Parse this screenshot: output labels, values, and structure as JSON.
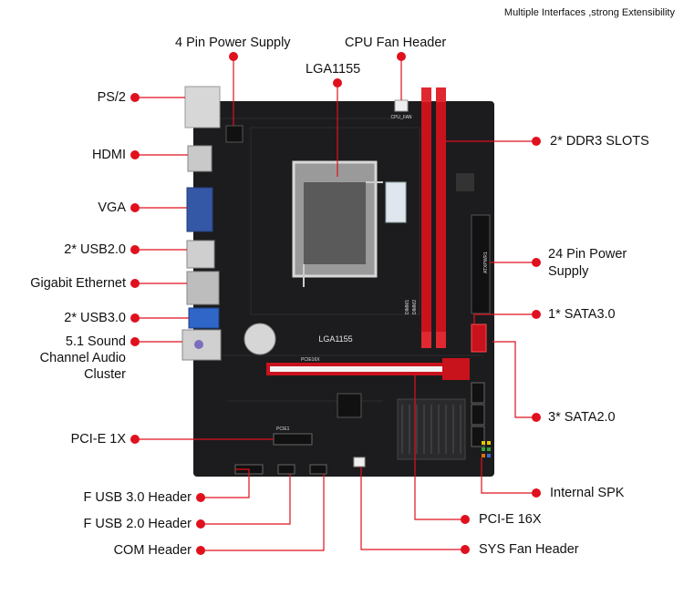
{
  "tagline": "Multiple Interfaces ,strong Extensibility",
  "callouts": {
    "ps2": "PS/2",
    "hdmi": "HDMI",
    "vga": "VGA",
    "usb20": "2* USB2.0",
    "ethernet": "Gigabit Ethernet",
    "usb30": "2* USB3.0",
    "audio_l1": "5.1 Sound",
    "audio_l2": "Channel Audio",
    "audio_l3": "Cluster",
    "pcie1x": "PCI-E 1X",
    "fusb30": "F USB 3.0 Header",
    "fusb20": "F USB 2.0 Header",
    "com": "COM Header",
    "power4pin": "4 Pin Power Supply",
    "cpufan": "CPU Fan Header",
    "lga": "LGA1155",
    "ddr3": "2* DDR3 SLOTS",
    "power24_l1": "24 Pin Power",
    "power24_l2": "Supply",
    "sata3": "1* SATA3.0",
    "sata2": "3* SATA2.0",
    "spk": "Internal SPK",
    "pcie16x": "PCI-E 16X",
    "sysfan": "SYS Fan Header"
  },
  "board_text": {
    "socket": "LGA1155",
    "pcie16_silk": "PCIE16X",
    "pcie1_silk": "PCIE1",
    "dimm1": "DIMM1",
    "dimm2": "DIMM2",
    "cpu_fan_silk": "CPU_FAN",
    "atx_silk": "ATXPWR1"
  },
  "colors": {
    "board": "#1c1c1e",
    "accent_red": "#e0101e",
    "leader": "#e0101e"
  }
}
